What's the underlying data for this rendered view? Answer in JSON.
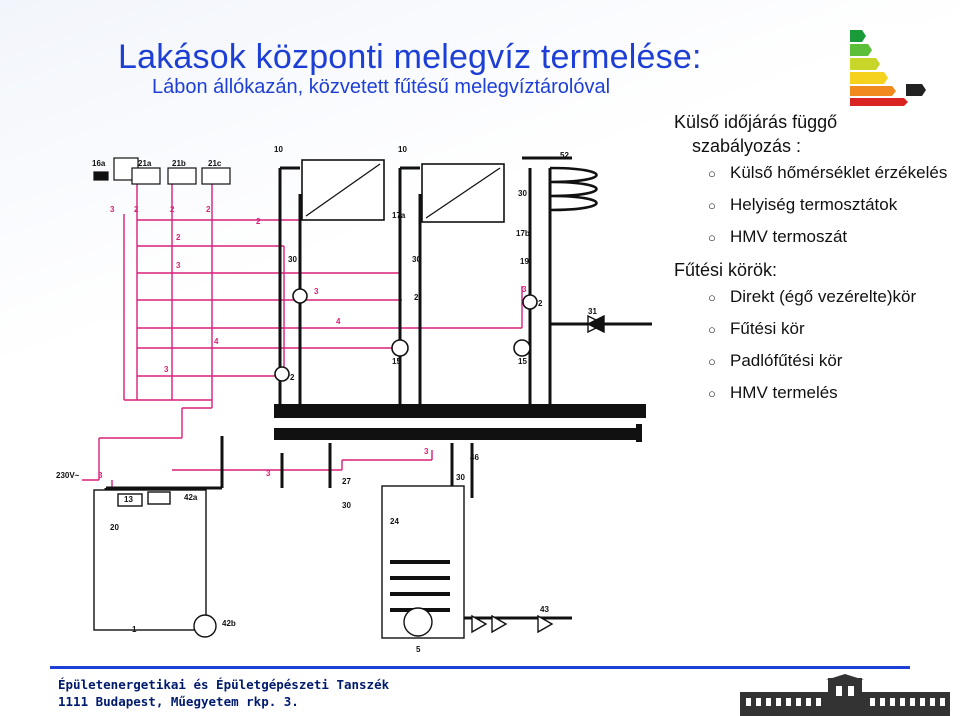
{
  "header": {
    "title": "Lakások központi melegvíz termelése:",
    "subtitle": "Lábon állókazán, közvetett fűtésű melegvíztárolóval"
  },
  "diagram_labels": {
    "l16a": "16a",
    "l21a": "21a",
    "l21b": "21b",
    "l21c": "21c",
    "l10a": "10",
    "l10b": "10",
    "l52": "52",
    "l30a": "30",
    "l17a": "17a",
    "l17b": "17b",
    "l19": "19",
    "l30b": "30",
    "l30c": "30",
    "l2a": "2",
    "l2b": "2",
    "l2c": "2",
    "l31": "31",
    "l15a": "15",
    "l15b": "15",
    "l2d": "2",
    "l230v": "230V~",
    "l13": "13",
    "l42a": "42a",
    "l20": "20",
    "l42b": "42b",
    "l1": "1",
    "l27": "27",
    "l30d": "30",
    "l46": "46",
    "l30e": "30",
    "l24": "24",
    "l43": "43",
    "l5": "5",
    "w3a": "3",
    "w2a": "2",
    "w2b": "2",
    "w2c": "2",
    "w2d": "2",
    "w2e": "2",
    "w3b": "3",
    "w3c": "3",
    "w4a": "4",
    "w4b": "4",
    "w3d": "3",
    "w3e": "3",
    "w3f": "3",
    "w3g": "3",
    "w3h": "3"
  },
  "right_panel": {
    "group1_title": "Külső időjárás függő",
    "group1_title2": "szabályozás :",
    "group1_items": [
      "Külső hőmérséklet érzékelés",
      "Helyiség termosztátok",
      "HMV termoszát"
    ],
    "group2_title": "Fűtési körök:",
    "group2_items": [
      "Direkt (égő vezérelte)kör",
      "Fűtési kör",
      "Padlófűtési kör",
      "HMV termelés"
    ]
  },
  "footer": {
    "line1": "Épületenergetikai és Épületgépészeti Tanszék",
    "line2": "1111 Budapest, Műegyetem rkp. 3."
  },
  "colors": {
    "title_blue": "#1d3fd6",
    "wire_pink": "#d8207a",
    "pipe_black": "#111111"
  },
  "icons": {
    "bullet": "hollow-circle-bullet-icon",
    "energy": "energy-label-icon",
    "logo": "university-building-icon"
  }
}
